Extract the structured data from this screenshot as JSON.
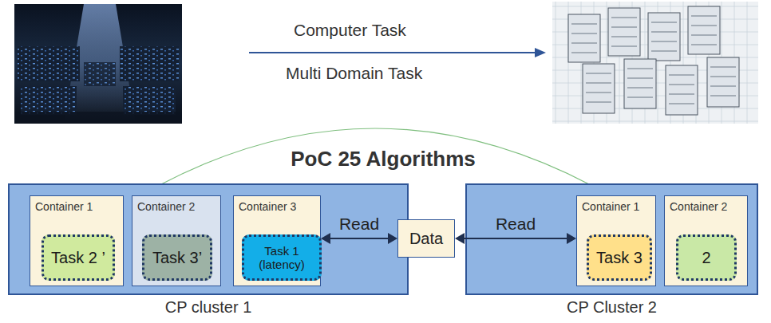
{
  "diagram": {
    "title": "PoC 25 Algorithms",
    "nodes": [
      {
        "text": [
          "CP cluster 1"
        ]
      },
      {
        "text": [
          "Container 1"
        ],
        "in": 0
      },
      {
        "text": [
          "Task 2 ’"
        ],
        "in": 1
      },
      {
        "text": [
          "Container 2"
        ],
        "in": 0
      },
      {
        "text": [
          "Task 3’"
        ],
        "in": 3
      },
      {
        "text": [
          "Container 3"
        ],
        "in": 0
      },
      {
        "text": [
          "Task 1 (latency)"
        ],
        "in": 5
      },
      {
        "text": [
          "Data"
        ]
      },
      {
        "text": [
          "CP Cluster 2"
        ]
      },
      {
        "text": [
          "Container 1"
        ],
        "in": 8
      },
      {
        "text": [
          "Task 3"
        ],
        "in": 9
      },
      {
        "text": [
          "Container 2"
        ],
        "in": 8
      },
      {
        "text": [
          "2"
        ],
        "in": 11
      }
    ],
    "edges": [
      {
        "from": 5,
        "to": 7,
        "arrow": "both",
        "label": "Read"
      },
      {
        "from": 7,
        "to": 9,
        "arrow": "both",
        "label": "Read"
      }
    ],
    "labels": [
      "Computer Task",
      "Multi Domain Task"
    ]
  }
}
